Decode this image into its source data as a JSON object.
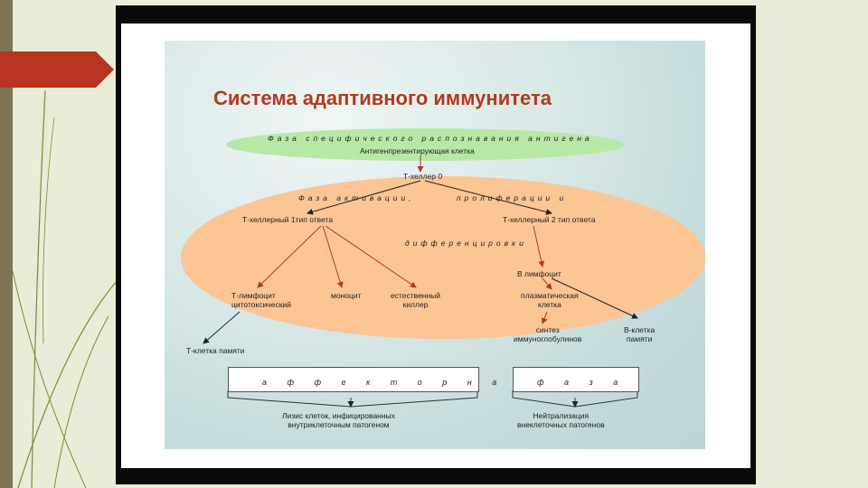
{
  "title": "Система адаптивного иммунитета",
  "phase_recognition": "Фаза специфического распознавания антигена",
  "antigen_cell": "Антигенпрезентирующая клетка",
  "t_helper_0": "Т-хеллер 0",
  "phase_activation": "Фаза активации,",
  "phase_proliferation": "пролиферации и",
  "differentiation": "дифференцировки",
  "t_helper_type1": "Т-хеллерный 1тип ответа",
  "t_helper_type2": "Т-хеллерный 2 тип ответа",
  "b_lymphocyte": "В лимфоцит",
  "t_lymphocyte_cytotoxic": [
    "Т-лимфоцит",
    "цитотоксический"
  ],
  "monocyte": "моноцит",
  "natural_killer": [
    "естественный",
    "киллер"
  ],
  "plasma_cell": [
    "плазматическая",
    "клетка"
  ],
  "immunoglobulin_synthesis": [
    "синтез",
    "иммуноглобулинов"
  ],
  "b_memory_cell": [
    "В-клетка",
    "памяти"
  ],
  "t_memory_cell": "Т-клетка памяти",
  "effector_phase_text": "а ф ф е к т о р н а я",
  "phase_text": "ф а з а",
  "lysis_text": [
    "Лизис клеток, инфицированных",
    "внутриклеточным патогеном"
  ],
  "neutralization_text": [
    "Нейтрализация",
    "внеклеточных патогенов"
  ],
  "colors": {
    "title": "#b3391f",
    "green_ellipse": "#b8e8a6",
    "orange_ellipse": "#fcc594",
    "arrow": "#b3391f",
    "slide_accent_red": "#b73420",
    "left_bar": "#7d7356"
  }
}
